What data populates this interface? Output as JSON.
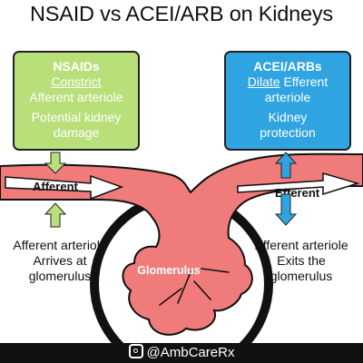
{
  "title": "NSAID vs ACEI/ARB on Kidneys",
  "nsaid_box": {
    "heading": "NSAIDs",
    "line1": "Constrict",
    "line2": "Afferent arteriole",
    "line3": "Potential kidney",
    "line4": "damage",
    "color": "#b8df7a"
  },
  "acei_box": {
    "heading": "ACEI/ARBs",
    "line1a": "Dilate",
    "line1b": "Efferent",
    "line2": "arteriole",
    "line3": "Kidney",
    "line4": "protection",
    "color": "#2fa4e0"
  },
  "vessels": {
    "afferent_label": "Afferent",
    "efferent_label": "Efferent",
    "glomerulus_label": "Glomerulus",
    "vessel_color": "#ef7b7b"
  },
  "left_note": {
    "line1": "Afferent arteriole",
    "line2": "Arrives at",
    "line3": "glomerulus"
  },
  "right_note": {
    "line1": "Efferent arteriole",
    "line2": "Exits the",
    "line3": "glomerulus"
  },
  "footer": {
    "handle": "@AmbCareRx",
    "icon": "instagram-icon"
  }
}
